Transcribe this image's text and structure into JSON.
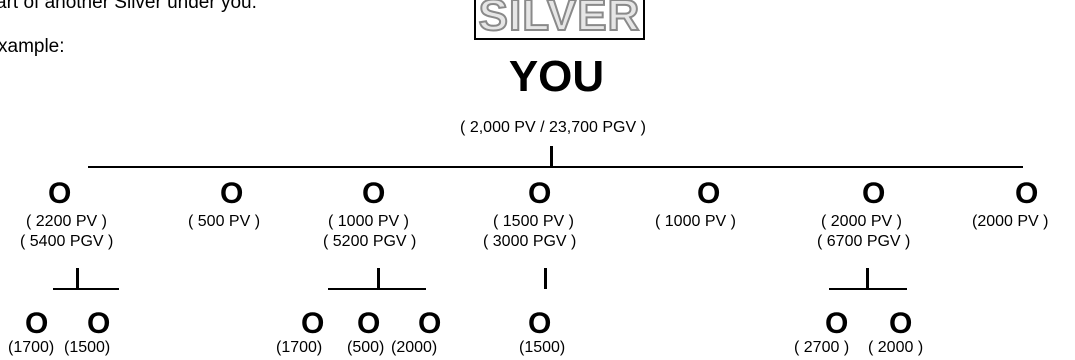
{
  "intro": {
    "line1_partial": "art of another Silver under you.",
    "line2_partial": "xample:"
  },
  "badge": "SILVER",
  "root": {
    "label": "YOU",
    "summary": "( 2,000 PV /  23,700 PGV )"
  },
  "node_glyph": "O",
  "level1": [
    {
      "pv": "(  2200 PV )",
      "pgv": "( 5400 PGV )"
    },
    {
      "pv": "( 500 PV )"
    },
    {
      "pv": "( 1000 PV )",
      "pgv": "( 5200 PGV )"
    },
    {
      "pv": "( 1500 PV )",
      "pgv": "( 3000 PGV )"
    },
    {
      "pv": "( 1000 PV )"
    },
    {
      "pv": "( 2000 PV )",
      "pgv": "( 6700 PGV )"
    },
    {
      "pv": "(2000 PV )"
    }
  ],
  "level2": [
    {
      "value": "(1700)"
    },
    {
      "value": "(1500)"
    },
    {
      "value": "(1700)"
    },
    {
      "value": "(500)"
    },
    {
      "value": "(2000)"
    },
    {
      "value": "(1500)"
    },
    {
      "value": "( 2700 )"
    },
    {
      "value": "( 2000 )"
    }
  ]
}
